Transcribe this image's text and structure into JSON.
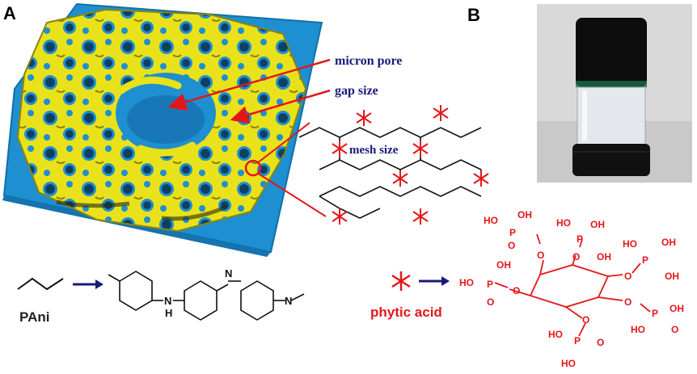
{
  "panels": {
    "a": "A",
    "b": "B"
  },
  "annotations": {
    "micron_pore": "micron pore",
    "gap_size": "gap size",
    "mesh_size": "mesh size"
  },
  "legend": {
    "pani": "PAni",
    "phytic_acid": "phytic acid"
  },
  "chem_atoms": {
    "N": "N",
    "H": "H",
    "P": "P",
    "O": "O",
    "OH": "OH",
    "HO": "HO"
  },
  "colors": {
    "gel_blue": "#1e8fd0",
    "polymer_yellow": "#f0ea1c",
    "chain_red": "#e3171b",
    "arrow_navy": "#1a1a7a"
  }
}
